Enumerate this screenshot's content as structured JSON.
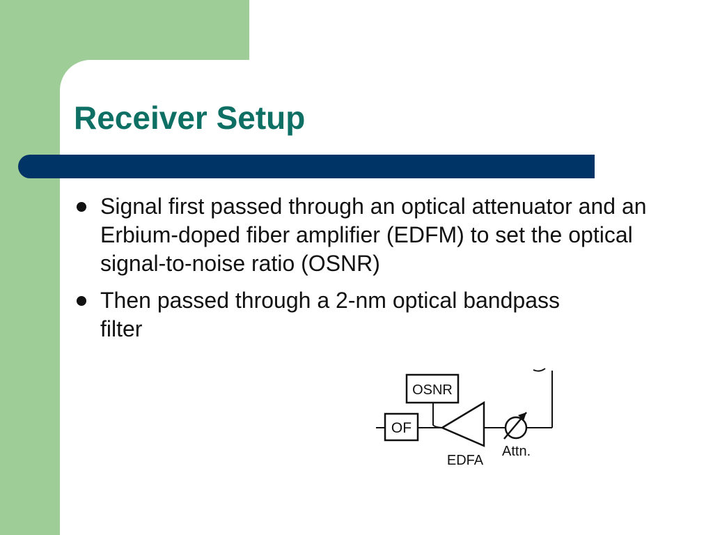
{
  "slide": {
    "title": "Receiver Setup",
    "bullets": [
      {
        "text": "Signal first passed through an optical attenuator and an Erbium-doped fiber amplifier (EDFM) to set the optical signal-to-noise ratio (OSNR)"
      },
      {
        "text": "Then passed through a 2-nm optical bandpass filter"
      }
    ]
  },
  "diagram": {
    "labels": {
      "osnr": "OSNR",
      "of": "OF",
      "edfa": "EDFA",
      "attn": "Attn."
    }
  },
  "colors": {
    "background": "#9fcd98",
    "title": "#0e7064",
    "rule": "#003366",
    "text": "#111111"
  }
}
